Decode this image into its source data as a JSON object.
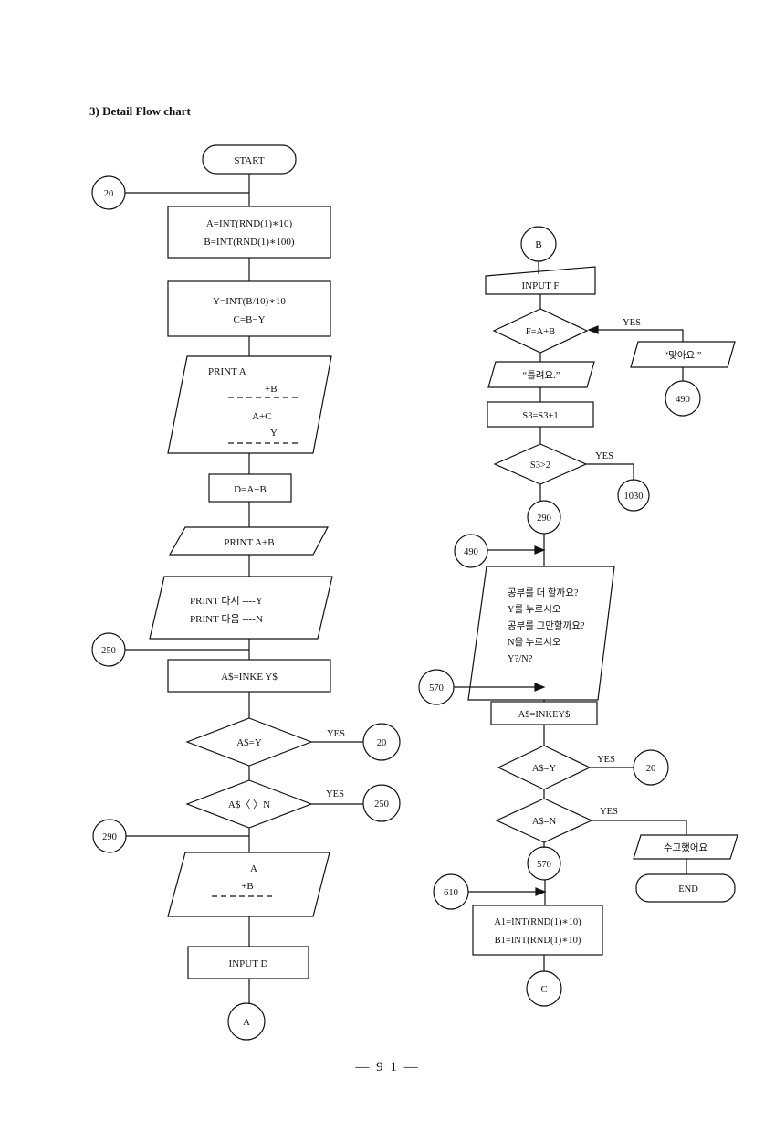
{
  "page": {
    "title": "3) Detail Flow chart",
    "page_number": "— 9 1 —"
  },
  "left": {
    "start": "START",
    "conn_20": "20",
    "box_ab_l1": "A=INT(RND(1)∗10)",
    "box_ab_l2": "B=INT(RND(1)∗100)",
    "box_y_l1": "Y=INT(B/10)∗10",
    "box_y_l2": "C=B−Y",
    "print1_l1": "PRINT    A",
    "print1_l2": "+B",
    "print1_l3": "A+C",
    "print1_l4": "Y",
    "box_d": "D=A+B",
    "print2": "PRINT A+B",
    "print3_l1": "PRINT 다시 ----Y",
    "print3_l2": "PRINT 다음 ----N",
    "conn_250": "250",
    "inkey": "A$=INKE Y$",
    "dec1": "A$=Y",
    "dec1_yes": "YES",
    "dec1_conn": "20",
    "dec2": "A$〈 〉N",
    "dec2_yes": "YES",
    "dec2_conn": "250",
    "conn_290": "290",
    "print4_l1": "A",
    "print4_l2": "+B",
    "input_d": "INPUT D",
    "conn_a": "A"
  },
  "right": {
    "conn_b": "B",
    "input_f": "INPUT F",
    "dec_f": "F=A+B",
    "dec_f_yes": "YES",
    "correct": "“맞아요.”",
    "conn_490_top": "490",
    "wrong": "“틀려요.”",
    "s3": "S3=S3+1",
    "dec_s3": "S3>2",
    "dec_s3_yes": "YES",
    "conn_1030": "1030",
    "conn_290": "290",
    "conn_490": "490",
    "msg_l1": "공부를 더 할까요?",
    "msg_l2": "Y를 누르시오",
    "msg_l3": "공부를 그만할까요?",
    "msg_l4": "N을 누르시오",
    "msg_l5": "Y?/N?",
    "conn_570": "570",
    "inkey": "A$=INKEY$",
    "dec_y": "A$=Y",
    "dec_y_yes": "YES",
    "dec_y_conn": "20",
    "dec_n": "A$=N",
    "dec_n_yes": "YES",
    "bye": "수고했어요",
    "end": "END",
    "conn_570_b": "570",
    "conn_610": "610",
    "box_a1_l1": "A1=INT(RND(1)∗10)",
    "box_a1_l2": "B1=INT(RND(1)∗10)",
    "conn_c": "C"
  }
}
